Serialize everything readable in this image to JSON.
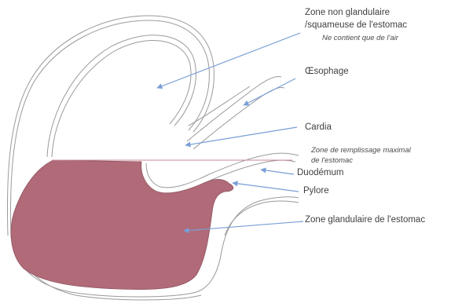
{
  "labels": {
    "zone_non_glandulaire_l1": "Zone non glandulaire",
    "zone_non_glandulaire_l2": "/squameuse de l'estomac",
    "zone_non_glandulaire_note": "Ne contient que de l'air",
    "oesophage": "Œsophage",
    "cardia": "Cardia",
    "remplissage_l1": "Zone de remplissage maximal",
    "remplissage_l2": "de l'estomac",
    "duodenum": "Duodémum",
    "pylore": "Pylore",
    "zone_glandulaire": "Zone glandulaire de l'estomac"
  },
  "colors": {
    "glandular_fill": "#b06a78",
    "outline": "#9a9a9a",
    "arrow": "#7a9ed6",
    "fill_line": "#c98a94"
  }
}
